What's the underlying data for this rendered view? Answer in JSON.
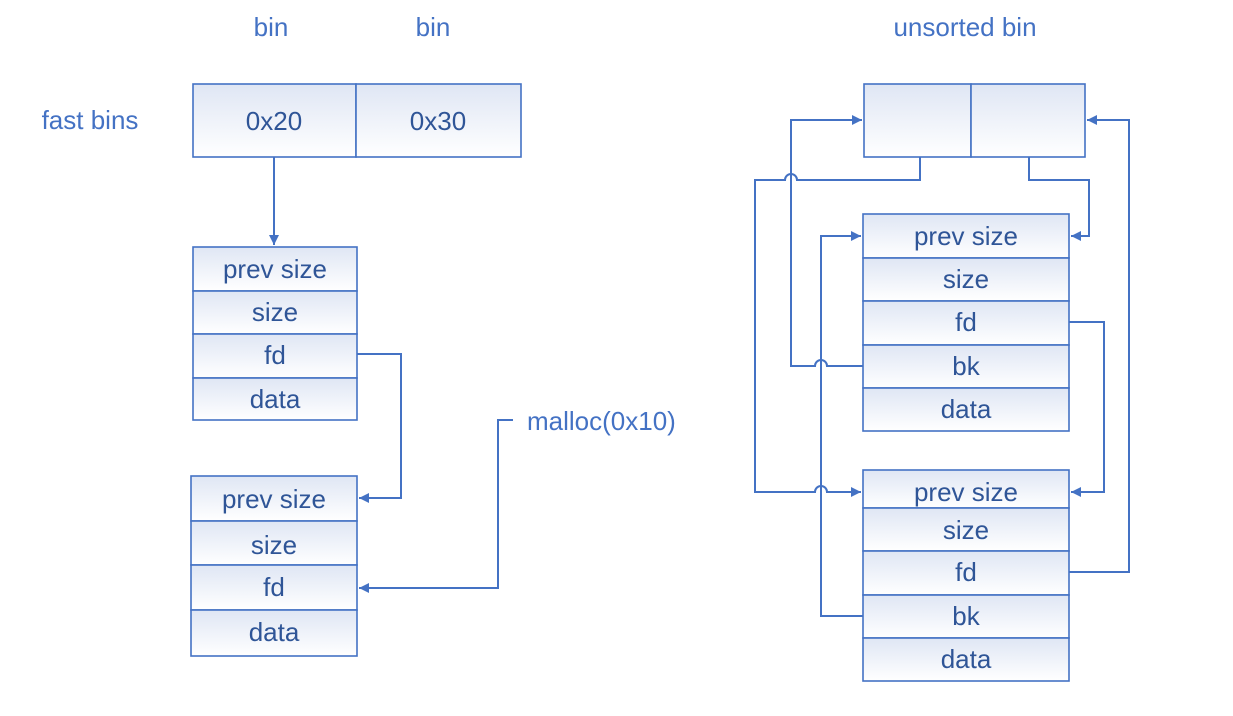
{
  "fastbins": {
    "col1_header": "bin",
    "col2_header": "bin",
    "row_label": "fast bins",
    "slot1": "0x20",
    "slot2": "0x30",
    "chunk1": {
      "prev_size": "prev size",
      "size": "size",
      "fd": "fd",
      "data": "data"
    },
    "chunk2": {
      "prev_size": "prev size",
      "size": "size",
      "fd": "fd",
      "data": "data"
    },
    "malloc_label": "malloc(0x10)"
  },
  "unsorted": {
    "title": "unsorted bin",
    "chunk1": {
      "prev_size": "prev size",
      "size": "size",
      "fd": "fd",
      "bk": "bk",
      "data": "data"
    },
    "chunk2": {
      "prev_size": "prev size",
      "size": "size",
      "fd": "fd",
      "bk": "bk",
      "data": "data"
    }
  },
  "colors": {
    "line": "#4472c4",
    "text": "#2f5597",
    "fill_top": "#dfe6f4",
    "fill_bottom": "#ffffff"
  }
}
